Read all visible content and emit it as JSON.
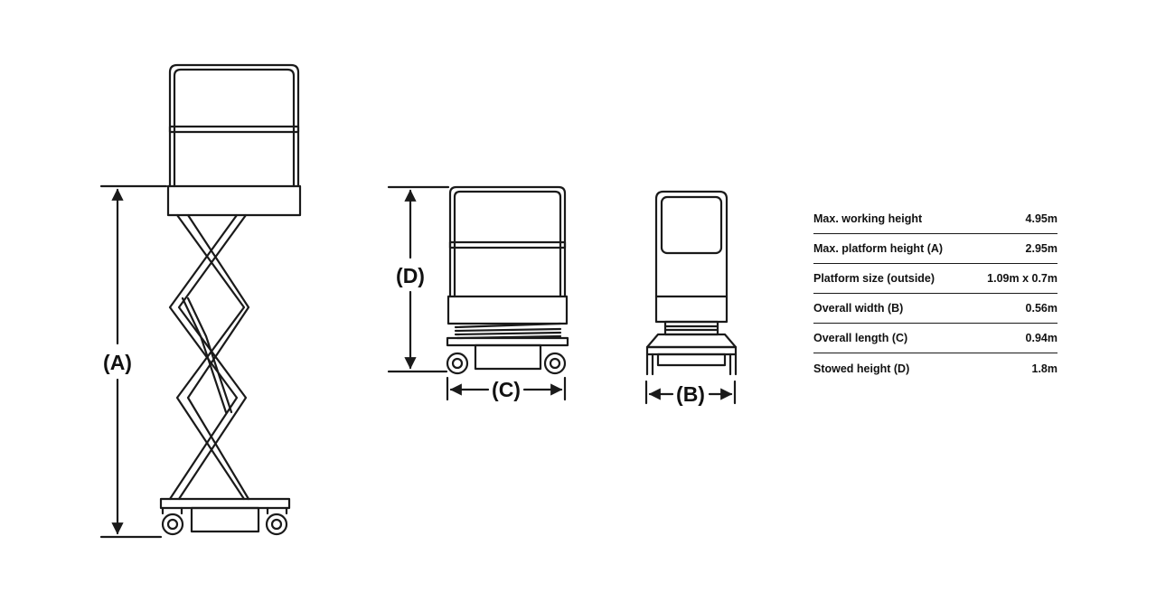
{
  "dimension_labels": {
    "a": "(A)",
    "b": "(B)",
    "c": "(C)",
    "d": "(D)"
  },
  "specs": [
    {
      "label": "Max. working height",
      "value": "4.95m"
    },
    {
      "label": "Max. platform height (A)",
      "value": "2.95m"
    },
    {
      "label": "Platform size (outside)",
      "value": "1.09m x 0.7m"
    },
    {
      "label": "Overall width (B)",
      "value": "0.56m"
    },
    {
      "label": "Overall length (C)",
      "value": "0.94m"
    },
    {
      "label": "Stowed height (D)",
      "value": "1.8m"
    }
  ]
}
